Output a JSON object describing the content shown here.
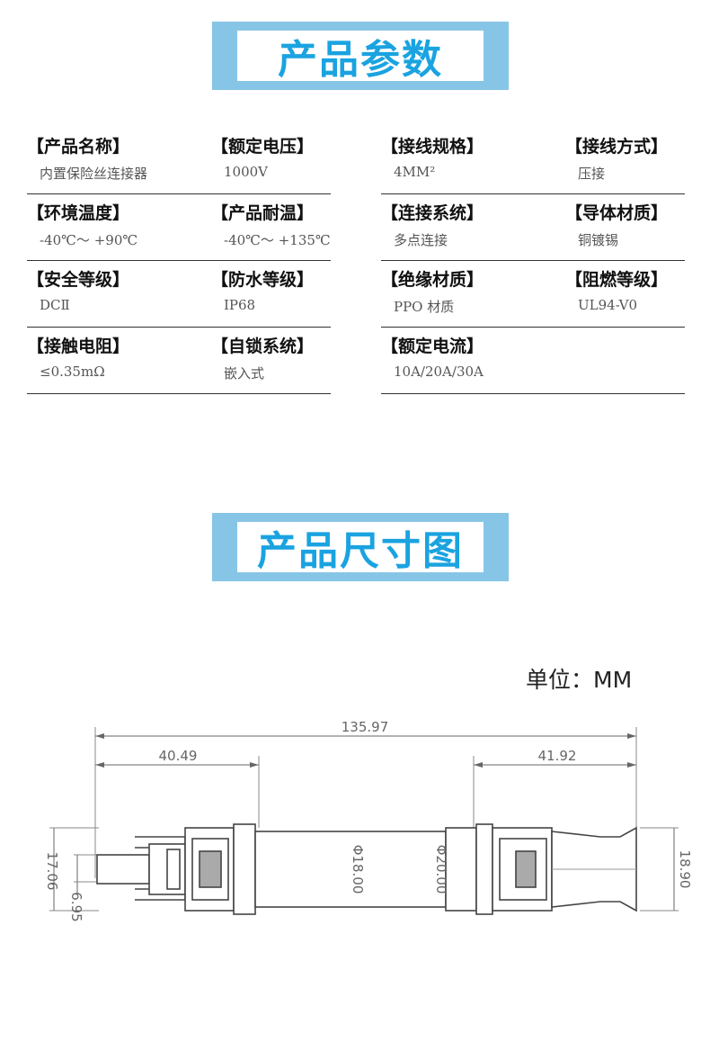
{
  "sections": {
    "params_title": "产品参数",
    "dims_title": "产品尺寸图"
  },
  "specs": {
    "left": [
      {
        "a": {
          "label": "【产品名称】",
          "value": "内置保险丝连接器"
        },
        "b": {
          "label": "【额定电压】",
          "value": "1000V"
        }
      },
      {
        "a": {
          "label": "【环境温度】",
          "value": "-40℃～ +90℃"
        },
        "b": {
          "label": "【产品耐温】",
          "value": "-40℃～ +135℃"
        }
      },
      {
        "a": {
          "label": "【安全等级】",
          "value": "DCⅡ"
        },
        "b": {
          "label": "【防水等级】",
          "value": "IP68"
        }
      },
      {
        "a": {
          "label": "【接触电阻】",
          "value": "≤0.35mΩ"
        },
        "b": {
          "label": "【自锁系统】",
          "value": "嵌入式"
        }
      }
    ],
    "right": [
      {
        "a": {
          "label": "【接线规格】",
          "value": "4MM²"
        },
        "b": {
          "label": "【接线方式】",
          "value": "压接"
        }
      },
      {
        "a": {
          "label": "【连接系统】",
          "value": "多点连接"
        },
        "b": {
          "label": "【导体材质】",
          "value": "铜镀锡"
        }
      },
      {
        "a": {
          "label": "【绝缘材质】",
          "value": "PPO 材质"
        },
        "b": {
          "label": "【阻燃等级】",
          "value": "UL94-V0"
        }
      },
      {
        "a": {
          "label": "【额定电流】",
          "value": "10A/20A/30A"
        }
      }
    ]
  },
  "unit": "单位：MM",
  "dimensions": {
    "overall_length": "135.97",
    "left_section": "40.49",
    "right_section": "41.92",
    "left_height": "17.06",
    "pin_diameter": "6.95",
    "body_diameter": "Φ18.00",
    "nut_diameter": "Φ20.00",
    "right_height": "18.90"
  },
  "colors": {
    "banner_bg": "#87c5e6",
    "banner_text": "#1aa3e0",
    "line": "#333333"
  }
}
